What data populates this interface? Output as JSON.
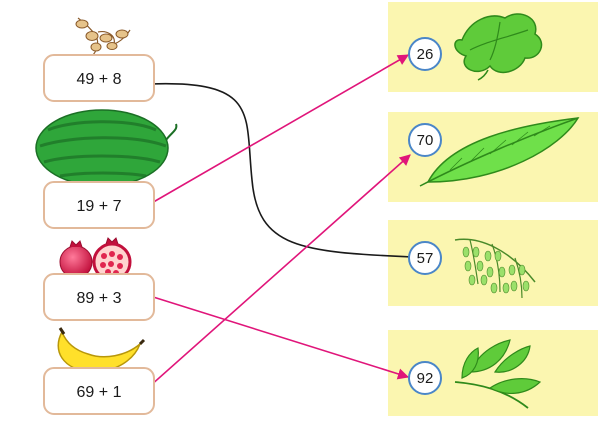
{
  "expressions": [
    {
      "label": "49 + 8",
      "fruit": "tamarind"
    },
    {
      "label": "19 + 7",
      "fruit": "watermelon"
    },
    {
      "label": "89 + 3",
      "fruit": "pomegranate"
    },
    {
      "label": "69 + 1",
      "fruit": "banana"
    }
  ],
  "answers": [
    {
      "label": "26",
      "leaf": "watermelon-leaf"
    },
    {
      "label": "70",
      "leaf": "banana-leaf"
    },
    {
      "label": "57",
      "leaf": "tamarind-leaf"
    },
    {
      "label": "92",
      "leaf": "pomegranate-leaf"
    }
  ],
  "connections": [
    {
      "from": "49 + 8",
      "to": "57",
      "color": "#1a1a1a",
      "arrow": false
    },
    {
      "from": "19 + 7",
      "to": "26",
      "color": "#e0157a",
      "arrow": true
    },
    {
      "from": "89 + 3",
      "to": "92",
      "color": "#e0157a",
      "arrow": true
    },
    {
      "from": "69 + 1",
      "to": "70",
      "color": "#e0157a",
      "arrow": true
    }
  ],
  "colors": {
    "panel_fill": "#fbf6b0",
    "box_border": "#e2b99a",
    "circle_border": "#4a86c8",
    "arrow_color": "#e0157a",
    "line_color": "#1a1a1a"
  }
}
